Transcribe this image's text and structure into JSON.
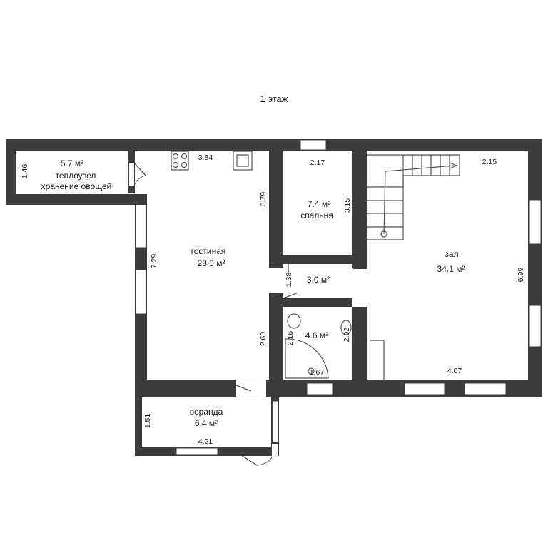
{
  "floor": {
    "title": "1 этаж"
  },
  "rooms": {
    "storage": {
      "area": "5.7 м²",
      "name1": "теплоузел",
      "name2": "хранение овощей",
      "dim_h": "1.46"
    },
    "living": {
      "name": "гостиная",
      "area": "28.0 м²",
      "dim_top": "3.84",
      "dim_right_top": "3.79",
      "dim_left": "7.29",
      "dim_right_bottom": "2.60"
    },
    "bedroom": {
      "area": "7.4 м²",
      "name": "спальня",
      "dim_top": "2.17",
      "dim_right": "3.15"
    },
    "corridor": {
      "area": "3.0 м²",
      "dim": "1.38"
    },
    "bath": {
      "area": "4.6 м²",
      "dim_left": "2.16",
      "dim_right": "2.02",
      "dim_bottom": "1.67"
    },
    "hall": {
      "name": "зал",
      "area": "34.1 м²",
      "dim_top": "2.15",
      "dim_right": "6.99",
      "dim_bottom": "4.07"
    },
    "veranda": {
      "name": "веранда",
      "area": "6.4 м²",
      "dim_left": "1.51",
      "dim_bottom": "4.21"
    }
  },
  "colors": {
    "wall": "#3c3c3c",
    "window": "#ffffff",
    "fixture": "#555555"
  }
}
